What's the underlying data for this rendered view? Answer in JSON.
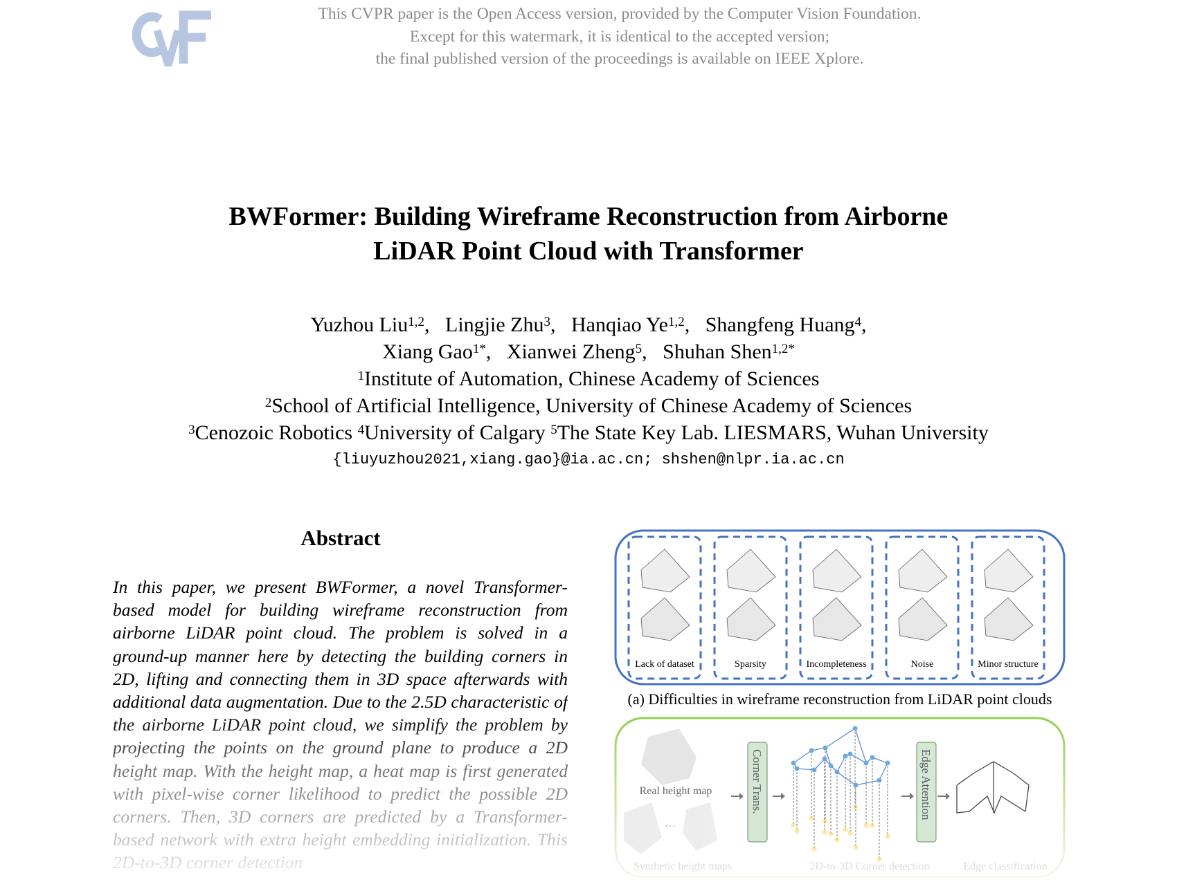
{
  "watermark": {
    "logo_text": "CVF",
    "logo_color": "#b7c6e0",
    "lines": [
      "This CVPR paper is the Open Access version, provided by the Computer Vision Foundation.",
      "Except for this watermark, it is identical to the accepted version;",
      "the final published version of the proceedings is available on IEEE Xplore."
    ]
  },
  "title": {
    "line1": "BWFormer: Building Wireframe Reconstruction from Airborne",
    "line2": "LiDAR Point Cloud with Transformer"
  },
  "authors": [
    {
      "name": "Yuzhou Liu",
      "sup": "1,2",
      "sep": ","
    },
    {
      "name": "Lingjie Zhu",
      "sup": "3",
      "sep": ","
    },
    {
      "name": "Hanqiao Ye",
      "sup": "1,2",
      "sep": ","
    },
    {
      "name": "Shangfeng Huang",
      "sup": "4",
      "sep": ","
    },
    {
      "name": "Xiang Gao",
      "sup": "1*",
      "sep": ","
    },
    {
      "name": "Xianwei Zheng",
      "sup": "5",
      "sep": ","
    },
    {
      "name": "Shuhan Shen",
      "sup": "1,2*",
      "sep": ""
    }
  ],
  "affiliations": [
    {
      "sup": "1",
      "text": "Institute of Automation, Chinese Academy of Sciences"
    },
    {
      "sup": "2",
      "text": "School of Artificial Intelligence, University of Chinese Academy of Sciences"
    },
    {
      "sup": "3",
      "text": "Cenozoic Robotics "
    },
    {
      "sup": "4",
      "text": "University of Calgary "
    },
    {
      "sup": "5",
      "text": "The State Key Lab. LIESMARS, Wuhan University"
    }
  ],
  "email": "{liuyuzhou2021,xiang.gao}@ia.ac.cn; shshen@nlpr.ia.ac.cn",
  "abstract": {
    "heading": "Abstract",
    "text": "In this paper, we present BWFormer, a novel Transformer-based model for building wireframe reconstruction from airborne LiDAR point cloud. The problem is solved in a ground-up manner here by detecting the building corners in 2D, lifting and connecting them in 3D space afterwards with additional data augmentation. Due to the 2.5D characteristic of the airborne LiDAR point cloud, we simplify the problem by projecting the points on the ground plane to produce a 2D height map. With the height map, a heat map is first generated with pixel-wise corner likelihood to predict the possible 2D corners. Then, 3D corners are predicted by a Transformer-based network with extra height embedding initialization. This 2D-to-3D corner detection"
  },
  "figure": {
    "panel_a_labels": [
      "Lack of dataset",
      "Sparsity",
      "Incompleteness",
      "Noise",
      "Minor structure"
    ],
    "caption_a": "(a) Difficulties in wireframe reconstruction from LiDAR point clouds",
    "panel_b": {
      "real_label": "Real height map",
      "ellipsis": "…",
      "synthetic_label": "Synthetic height maps",
      "corner_module": "Corner Trans.",
      "edge_module": "Edge Attention",
      "corner_stage": "2D-to-3D Corner detection",
      "edge_stage": "Edge classification"
    },
    "colors": {
      "panel_a_border": "#4472c4",
      "panel_b_border": "#92d050",
      "module_fill": "#d5e8d4",
      "corner_3d": "#6fa8dc",
      "corner_2d": "#ffd966"
    }
  }
}
